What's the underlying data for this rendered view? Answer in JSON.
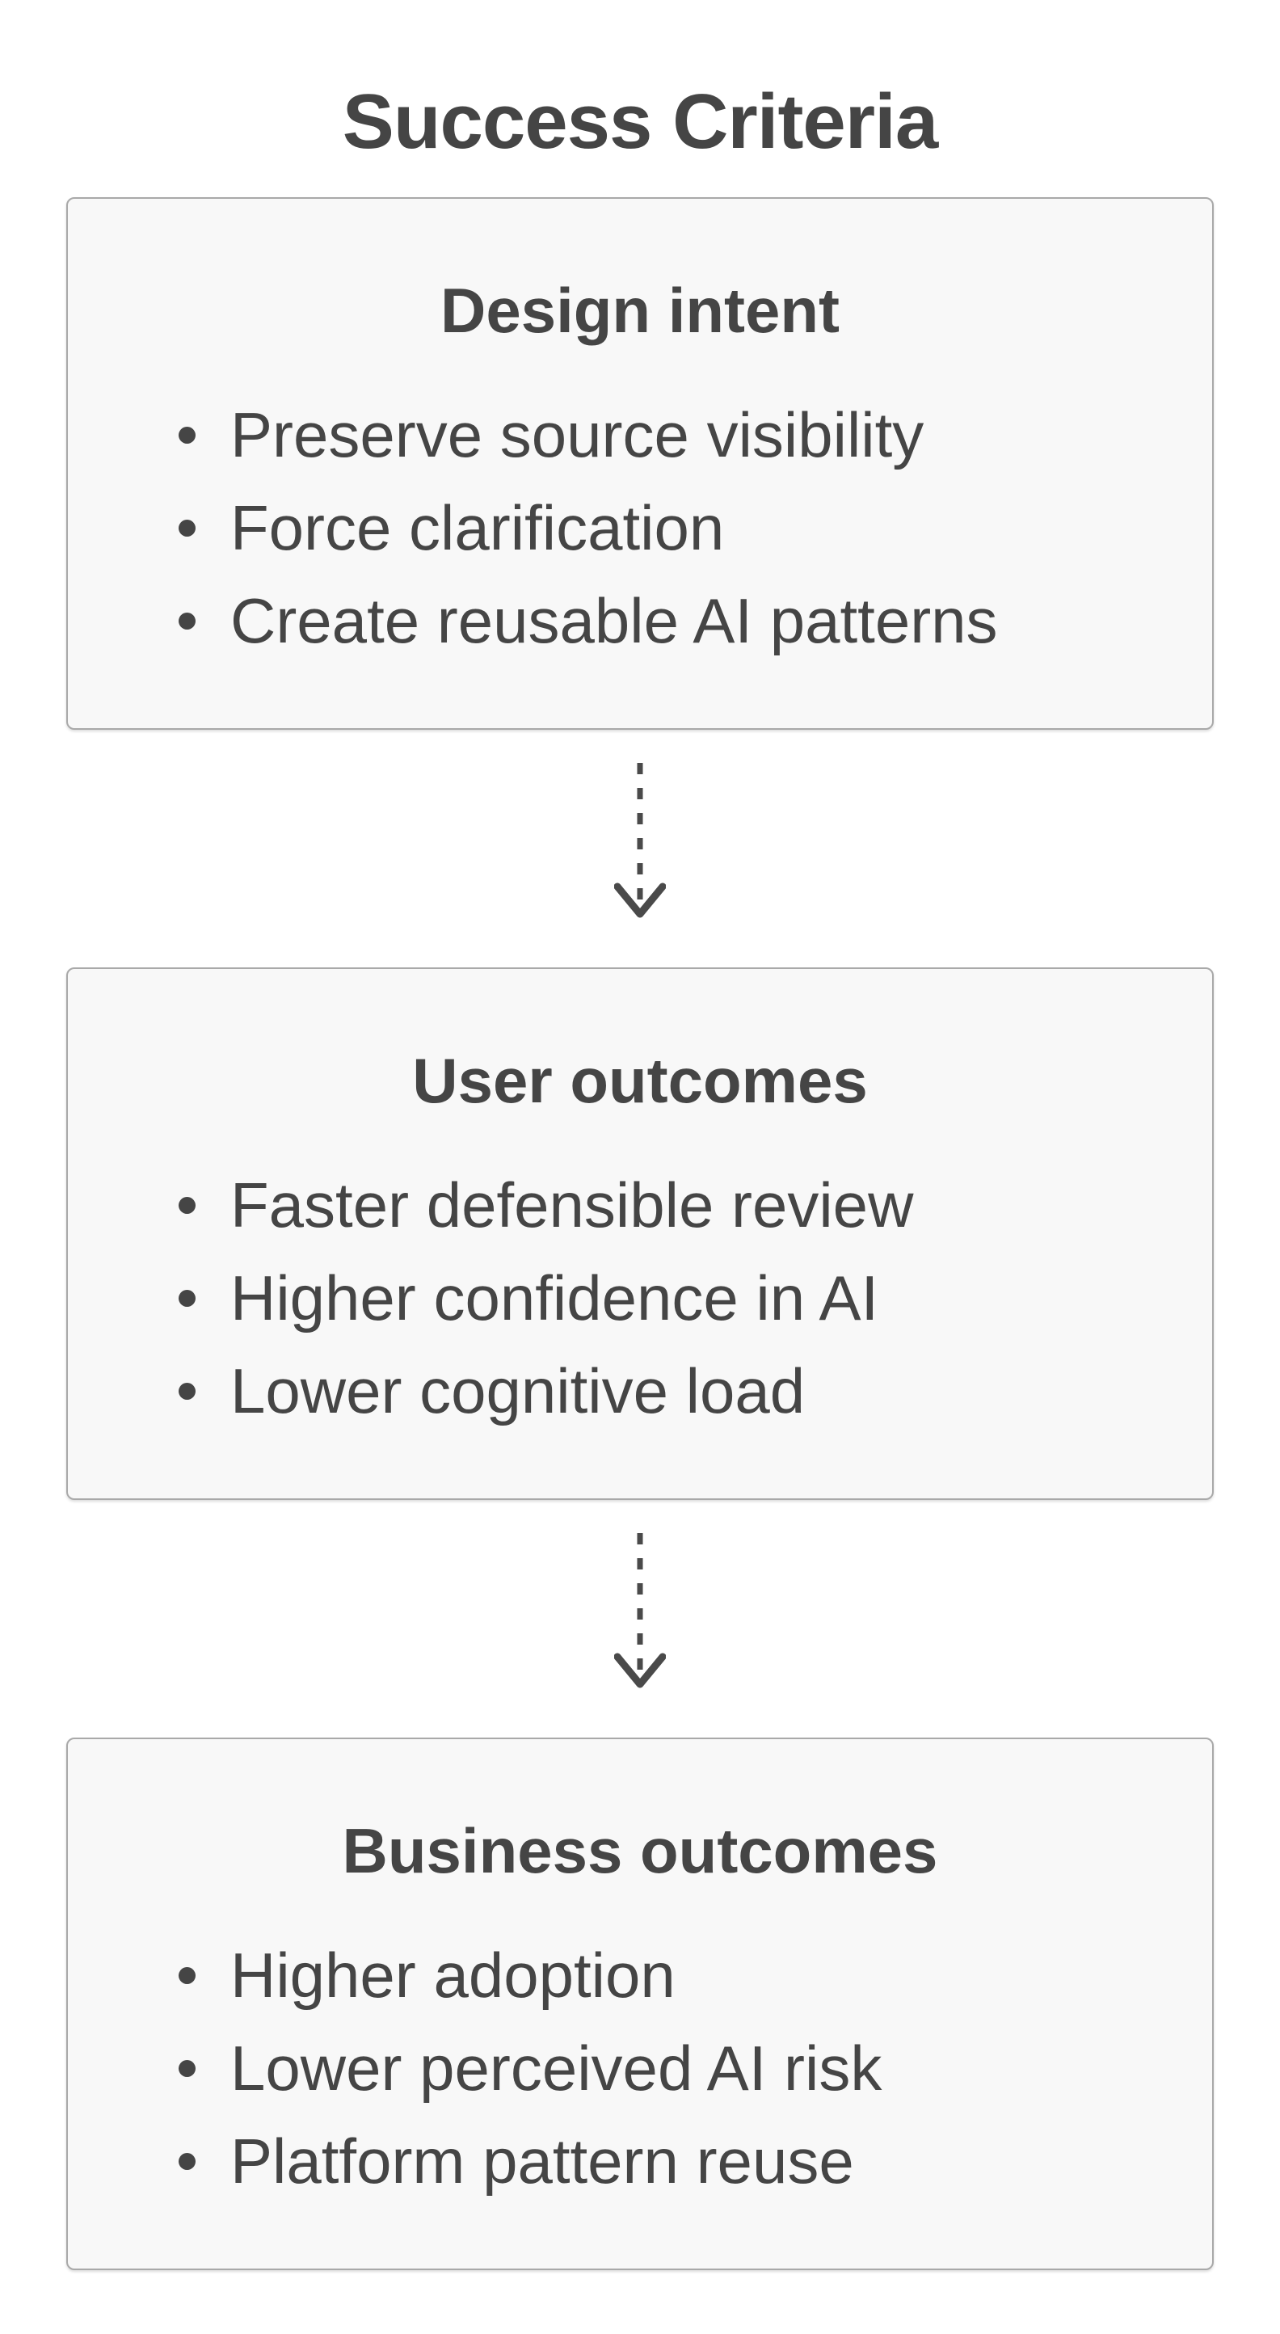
{
  "diagram": {
    "title": "Success Criteria",
    "nodes": [
      {
        "title": "Design intent",
        "bullets": [
          "Preserve source visibility",
          "Force clarification",
          "Create reusable AI patterns"
        ]
      },
      {
        "title": "User outcomes",
        "bullets": [
          "Faster defensible review",
          "Higher confidence in AI",
          "Lower cognitive load"
        ]
      },
      {
        "title": "Business outcomes",
        "bullets": [
          "Higher adoption",
          "Lower perceived AI risk",
          "Platform pattern reuse"
        ]
      }
    ],
    "colors": {
      "page_bg": "#ffffff",
      "text": "#454545",
      "box_bg": "#f8f8f8",
      "box_border": "#a9a9a9",
      "arrow": "#4a4a4a"
    }
  }
}
